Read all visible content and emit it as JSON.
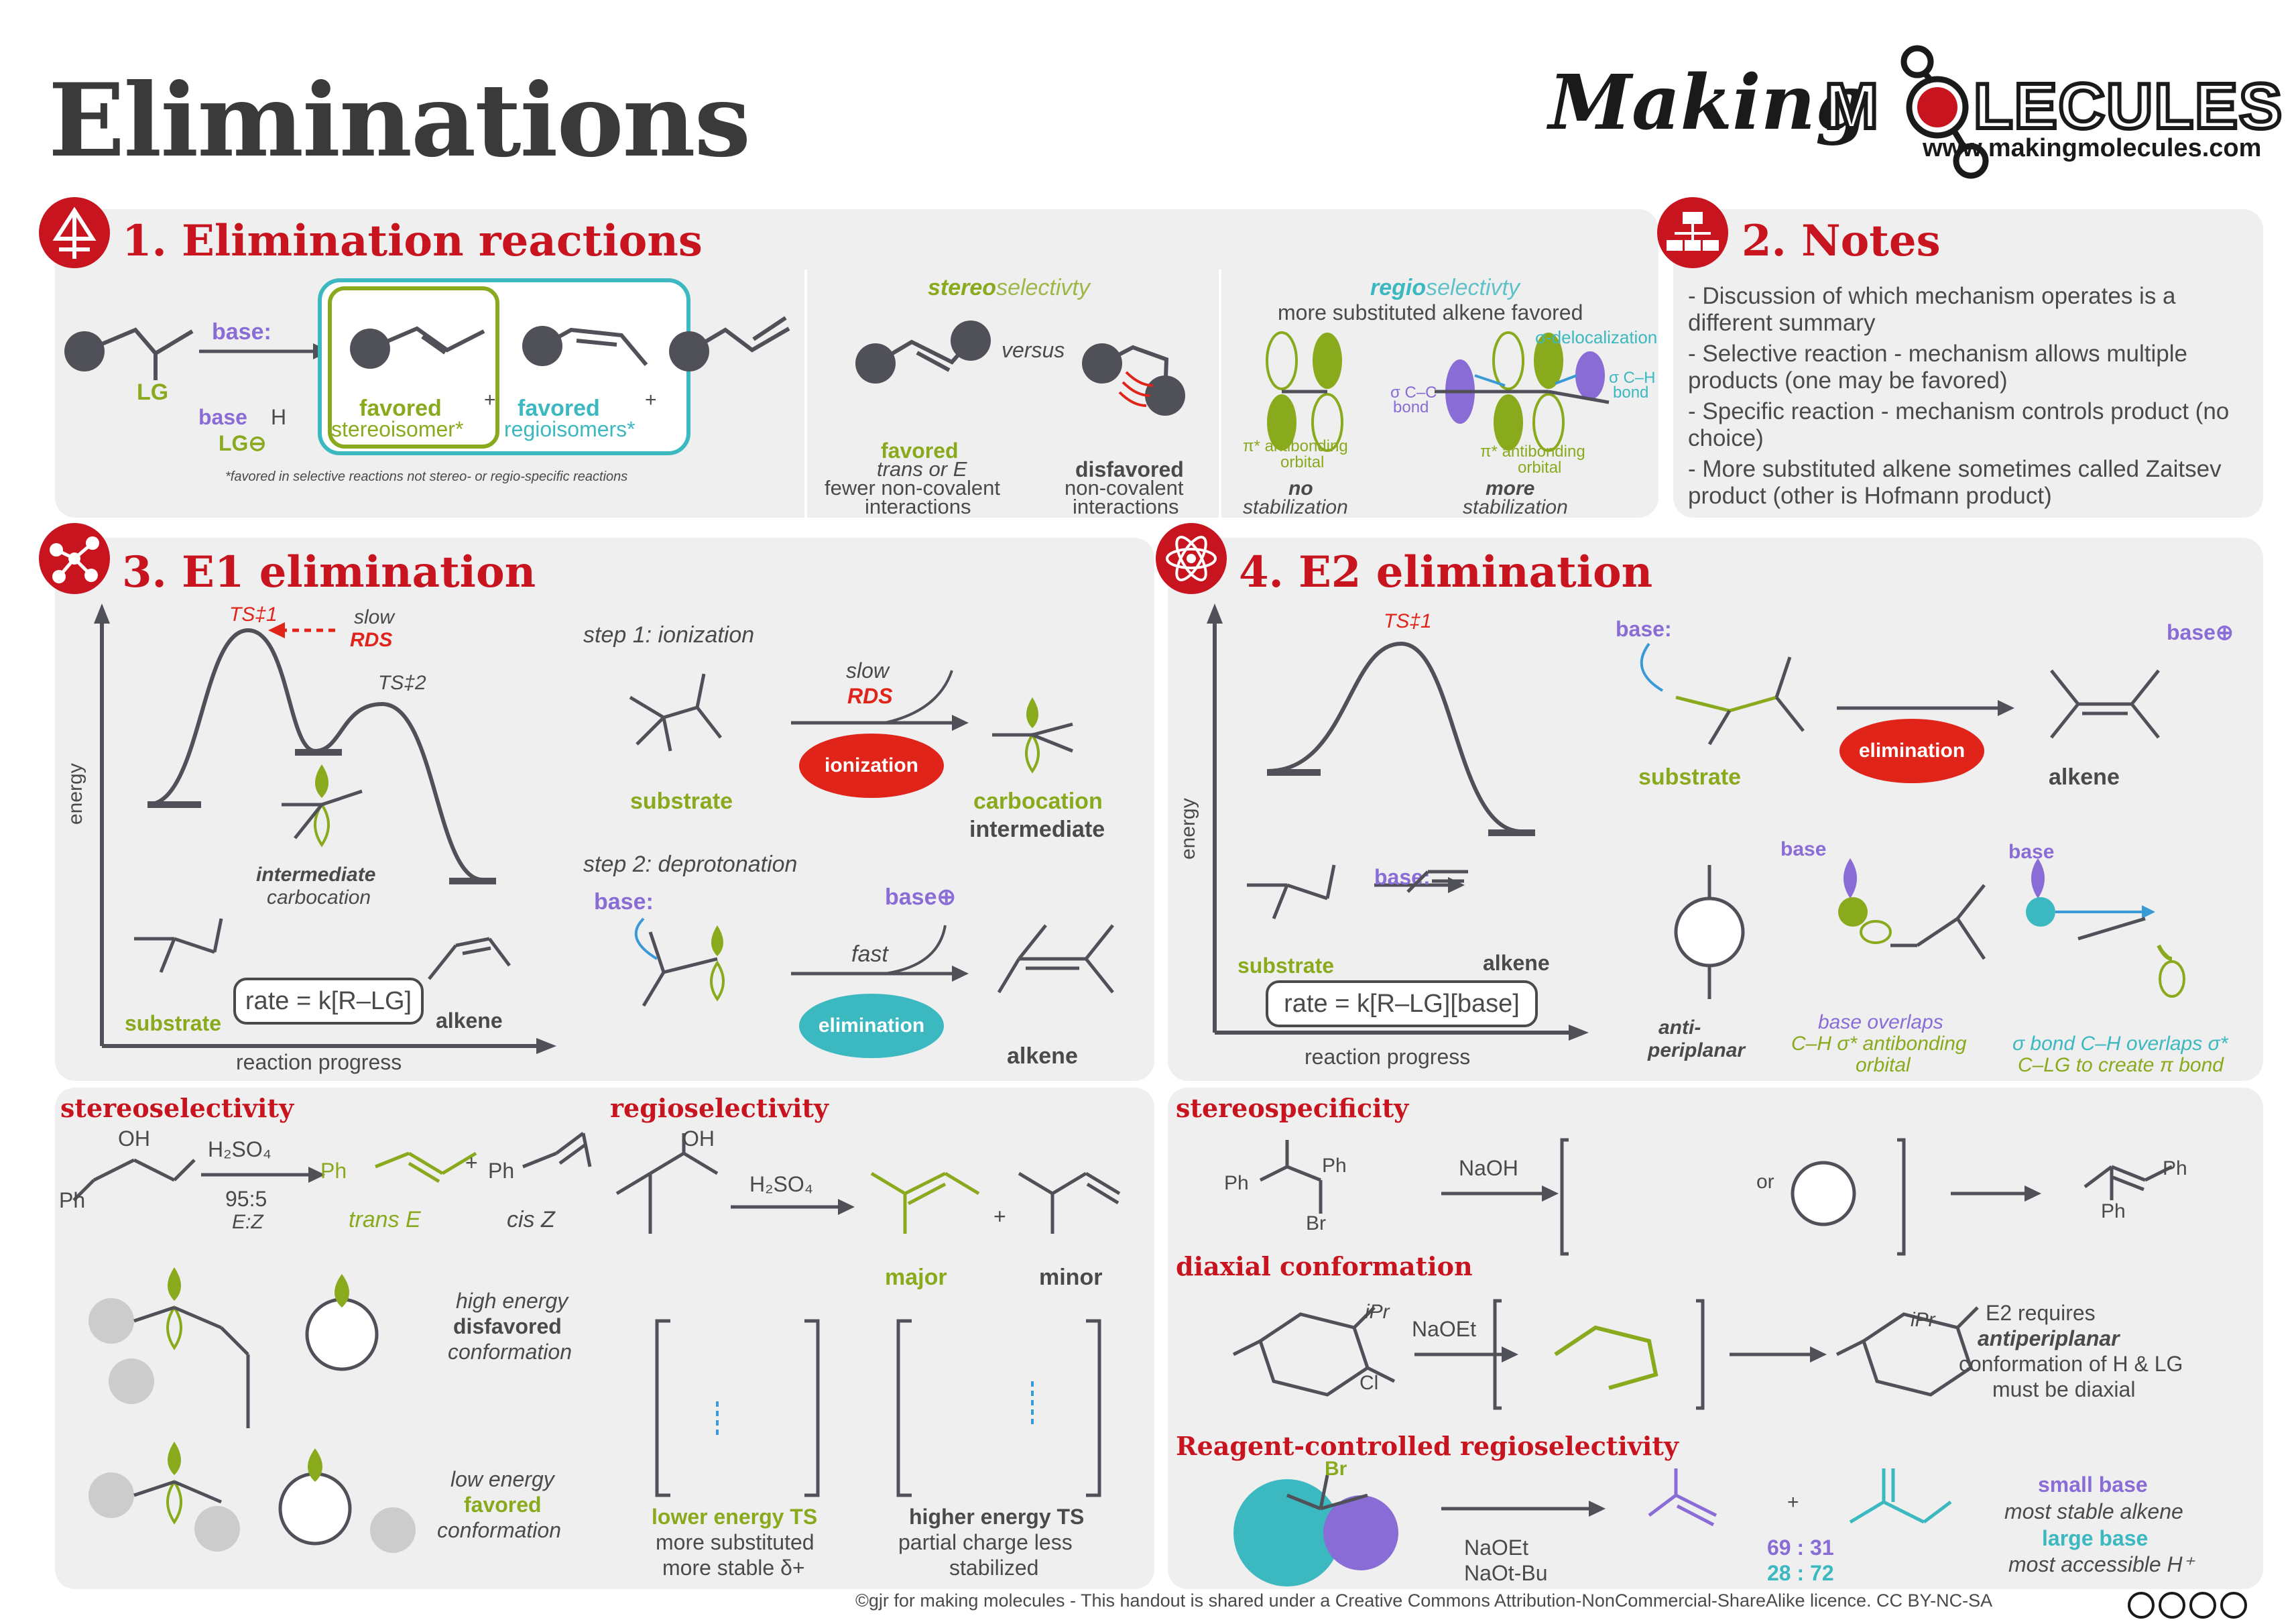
{
  "header": {
    "title": "Eliminations",
    "brand_making": "Making",
    "brand_m": "M",
    "brand_lecules": "LECULES",
    "url": "www.makingmolecules.com"
  },
  "s1": {
    "title": "1. Elimination reactions",
    "base": "base:",
    "lg": "LG",
    "base_h": "base",
    "h": "H",
    "lgm": "LG⊖",
    "favored1": "favored",
    "stereoisomer": "stereoisomer*",
    "favored2": "favored",
    "regioisomers": "regioisomers*",
    "plus": "+",
    "footnote": "*favored in selective reactions not stereo- or regio-specific reactions",
    "stereo_head_bold": "stereo",
    "stereo_head_rest": "selectivty",
    "versus": "versus",
    "fav_label": "favored",
    "fav_sub1": "trans or E",
    "fav_sub2": "fewer non-covalent",
    "fav_sub3": "interactions",
    "disfav_label": "disfavored",
    "disfav_sub1": "non-covalent",
    "disfav_sub2": "interactions",
    "regio_head_bold": "regio",
    "regio_head_rest": "selectivty",
    "regio_sub": "more substituted alkene favored",
    "sigma_deloc": "σ-delocalization",
    "sigma_cc": "σ C–C",
    "bond1": "bond",
    "sigma_ch": "σ C–H",
    "bond2": "bond",
    "pi_anti1": "π* antibonding",
    "orbital1": "orbital",
    "pi_anti2": "π* antibonding",
    "orbital2": "orbital",
    "no": "no",
    "stab1": "stabilization",
    "more": "more",
    "stab2": "stabilization"
  },
  "s2": {
    "title": "2. Notes",
    "notes": [
      "- Discussion of which mechanism operates is a different summary",
      "- Selective reaction - mechanism allows multiple products (one may be favored)",
      "- Specific reaction - mechanism controls product (no choice)",
      "- More substituted alkene sometimes called Zaitsev product (other is Hofmann product)"
    ]
  },
  "s3": {
    "title": "3. E1 elimination",
    "ts1": "TS‡1",
    "ts2": "TS‡2",
    "slow": "slow",
    "rds": "RDS",
    "energy": "energy",
    "reaction_progress": "reaction progress",
    "intermediate": "intermediate",
    "carbocation": "carbocation",
    "substrate": "substrate",
    "alkene": "alkene",
    "rate": "rate = k[R–LG]",
    "step1": "step 1: ionization",
    "step2": "step 2: deprotonation",
    "slow2": "slow",
    "rds2": "RDS",
    "ionization": "ionization",
    "carbocation_label": "carbocation",
    "intermediate_label": "intermediate",
    "fast": "fast",
    "elimination": "elimination",
    "substrate2": "substrate",
    "alkene2": "alkene",
    "base": "base:",
    "base_plus": "base⊕",
    "stereoselectivity": "stereoselectivity",
    "regioselectivity": "regioselectivity",
    "h2so4": "H₂SO₄",
    "ratio": "95:5",
    "ez": "E:Z",
    "trans_e": "trans E",
    "cis_z": "cis Z",
    "major": "major",
    "minor": "minor",
    "high_energy": "high energy",
    "disfavored": "disfavored",
    "conformation1": "conformation",
    "low_energy": "low energy",
    "favored": "favored",
    "conformation2": "conformation",
    "lower_ts": "lower energy TS",
    "more_sub": "more substituted",
    "more_stable": "more stable δ+",
    "higher_ts": "higher energy TS",
    "partial": "partial charge less",
    "stabilized": "stabilized"
  },
  "s4": {
    "title": "4. E2 elimination",
    "ts1": "TS‡1",
    "energy": "energy",
    "reaction_progress": "reaction progress",
    "substrate": "substrate",
    "alkene": "alkene",
    "base": "base:",
    "rate": "rate = k[R–LG][base]",
    "elimination": "elimination",
    "base_plus": "base⊕",
    "anti": "anti-",
    "periplanar": "periplanar",
    "base_overlaps": "base overlaps",
    "ch_sigma": "C–H σ* antibonding",
    "orbital": "orbital",
    "sigma_bond": "σ bond C–H overlaps σ*",
    "create_pi": "C–LG to create π bond",
    "stereospecificity": "stereospecificity",
    "naoh": "NaOH",
    "or": "or",
    "diaxial": "diaxial conformation",
    "naoet": "NaOEt",
    "e2_req1": "E2 requires",
    "e2_req2": "antiperiplanar",
    "e2_req3": "conformation of H & LG",
    "e2_req4": "must be diaxial",
    "reagent_title": "Reagent-controlled regioselectivity",
    "naoet2": "NaOEt",
    "naotbu": "NaOt-Bu",
    "ratio1": "69 : 31",
    "ratio2": "28 : 72",
    "small_base": "small base",
    "most_stable": "most stable alkene",
    "large_base": "large base",
    "most_accessible": "most accessible H⁺"
  },
  "footer": {
    "credit": "©gjr for making molecules - This handout is shared under a Creative Commons Attribution-NonCommercial-ShareAlike licence. CC BY-NC-SA"
  },
  "colors": {
    "red": "#c8141e",
    "green": "#8aaa1e",
    "teal": "#3cb8c0",
    "purple": "#8a6cd6",
    "panel": "#efefef"
  }
}
